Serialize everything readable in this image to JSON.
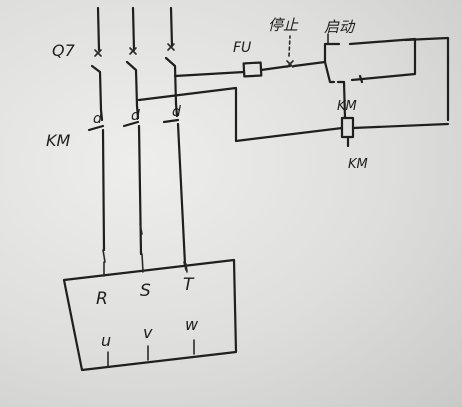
{
  "labels": {
    "qf": "Q7",
    "km_left": "KM",
    "fu": "FU",
    "stop": "停止",
    "start": "启动",
    "km_coil_top": "KM",
    "km_coil_bottom": "KM",
    "contact_1": "d",
    "contact_2": "d",
    "contact_3": "d",
    "terminal_r": "R",
    "terminal_s": "S",
    "terminal_t": "T",
    "terminal_u": "u",
    "terminal_v": "v",
    "terminal_w": "w"
  },
  "colors": {
    "ink": "#1f1f1f",
    "paper": "#e6e6e4"
  }
}
